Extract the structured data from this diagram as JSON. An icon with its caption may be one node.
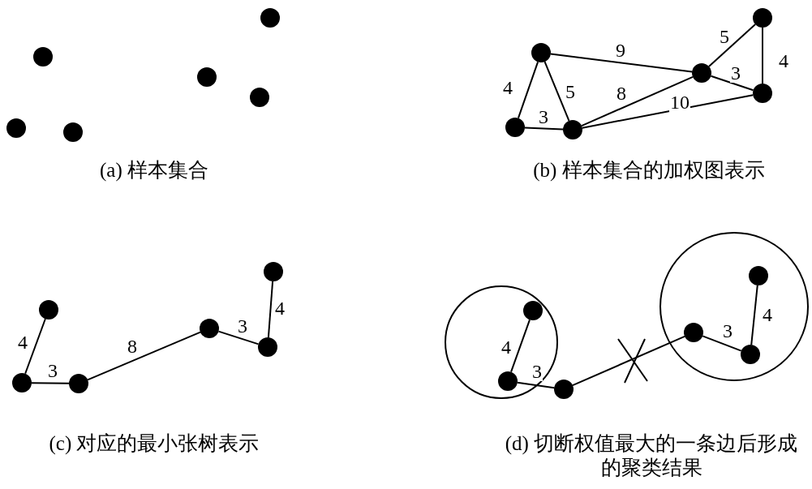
{
  "diagram": {
    "nodes": [
      {
        "text": [],
        "shape": "circle"
      },
      {
        "text": [],
        "shape": "circle"
      },
      {
        "text": [],
        "shape": "circle"
      },
      {
        "text": [],
        "shape": "circle"
      },
      {
        "text": [],
        "shape": "circle"
      },
      {
        "text": [],
        "shape": "circle"
      },
      {
        "text": [],
        "shape": "circle"
      },
      {
        "text": [],
        "shape": "circle"
      },
      {
        "text": [],
        "shape": "circle"
      },
      {
        "text": [],
        "shape": "circle"
      },
      {
        "text": [],
        "shape": "circle"
      },
      {
        "text": [],
        "shape": "circle"
      },
      {
        "text": [],
        "shape": "circle"
      },
      {
        "text": [],
        "shape": "circle"
      },
      {
        "text": [],
        "shape": "circle"
      },
      {
        "text": [],
        "shape": "circle"
      },
      {
        "text": [],
        "shape": "circle"
      },
      {
        "text": [],
        "shape": "circle"
      },
      {
        "text": [],
        "shape": "circle"
      },
      {
        "text": [],
        "shape": "circle",
        "in": 18
      },
      {
        "text": [],
        "shape": "circle",
        "in": 18
      },
      {
        "text": [],
        "shape": "circle"
      },
      {
        "text": [],
        "shape": "circle"
      },
      {
        "text": [],
        "shape": "circle",
        "in": 22
      },
      {
        "text": [],
        "shape": "circle",
        "in": 22
      },
      {
        "text": [],
        "shape": "circle",
        "in": 22
      }
    ],
    "edges": [
      {
        "from": 10,
        "to": 6,
        "arrow": "none",
        "label": "4"
      },
      {
        "from": 6,
        "to": 11,
        "arrow": "none",
        "label": "5"
      },
      {
        "from": 10,
        "to": 11,
        "arrow": "none",
        "label": "3"
      },
      {
        "from": 6,
        "to": 8,
        "arrow": "none",
        "label": "9"
      },
      {
        "from": 8,
        "to": 7,
        "arrow": "none",
        "label": "5"
      },
      {
        "from": 7,
        "to": 9,
        "arrow": "none",
        "label": "4"
      },
      {
        "from": 8,
        "to": 9,
        "arrow": "none",
        "label": "3"
      },
      {
        "from": 11,
        "to": 8,
        "arrow": "none",
        "label": "8"
      },
      {
        "from": 11,
        "to": 9,
        "arrow": "none",
        "label": "10"
      },
      {
        "from": 16,
        "to": 13,
        "arrow": "none",
        "label": "4"
      },
      {
        "from": 16,
        "to": 17,
        "arrow": "none",
        "label": "3"
      },
      {
        "from": 17,
        "to": 14,
        "arrow": "none",
        "label": "8"
      },
      {
        "from": 14,
        "to": 15,
        "arrow": "none",
        "label": "3"
      },
      {
        "from": 15,
        "to": 12,
        "arrow": "none",
        "label": "4"
      },
      {
        "from": 20,
        "to": 19,
        "arrow": "none",
        "label": "4"
      },
      {
        "from": 20,
        "to": 21,
        "arrow": "none",
        "label": "3"
      },
      {
        "from": 21,
        "to": 24,
        "arrow": "none"
      },
      {
        "from": 24,
        "to": 25,
        "arrow": "none",
        "label": "3"
      },
      {
        "from": 25,
        "to": 23,
        "arrow": "none",
        "label": "4"
      }
    ],
    "labels": [
      "(a) 样本集合",
      "(b) 样本集合的加权图表示",
      "(c) 对应的最小张树表示",
      "(d) 切断权值最大的一条边后形成的聚类结果"
    ]
  }
}
